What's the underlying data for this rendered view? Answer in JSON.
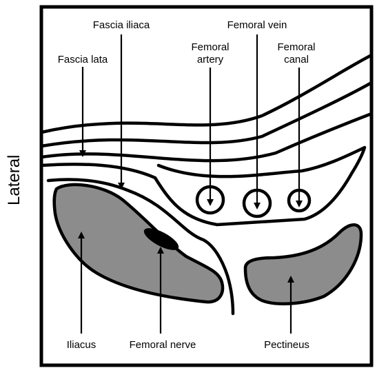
{
  "orientation_label": "Lateral",
  "labels": {
    "fascia_iliaca": "Fascia iliaca",
    "fascia_lata": "Fascia lata",
    "femoral_vein": "Femoral vein",
    "femoral_artery_1": "Femoral",
    "femoral_artery_2": "artery",
    "femoral_canal_1": "Femoral",
    "femoral_canal_2": "canal",
    "iliacus": "Iliacus",
    "femoral_nerve": "Femoral nerve",
    "pectineus": "Pectineus"
  },
  "colors": {
    "muscle": "#8c8c8c",
    "line": "#000000",
    "background": "#ffffff"
  }
}
